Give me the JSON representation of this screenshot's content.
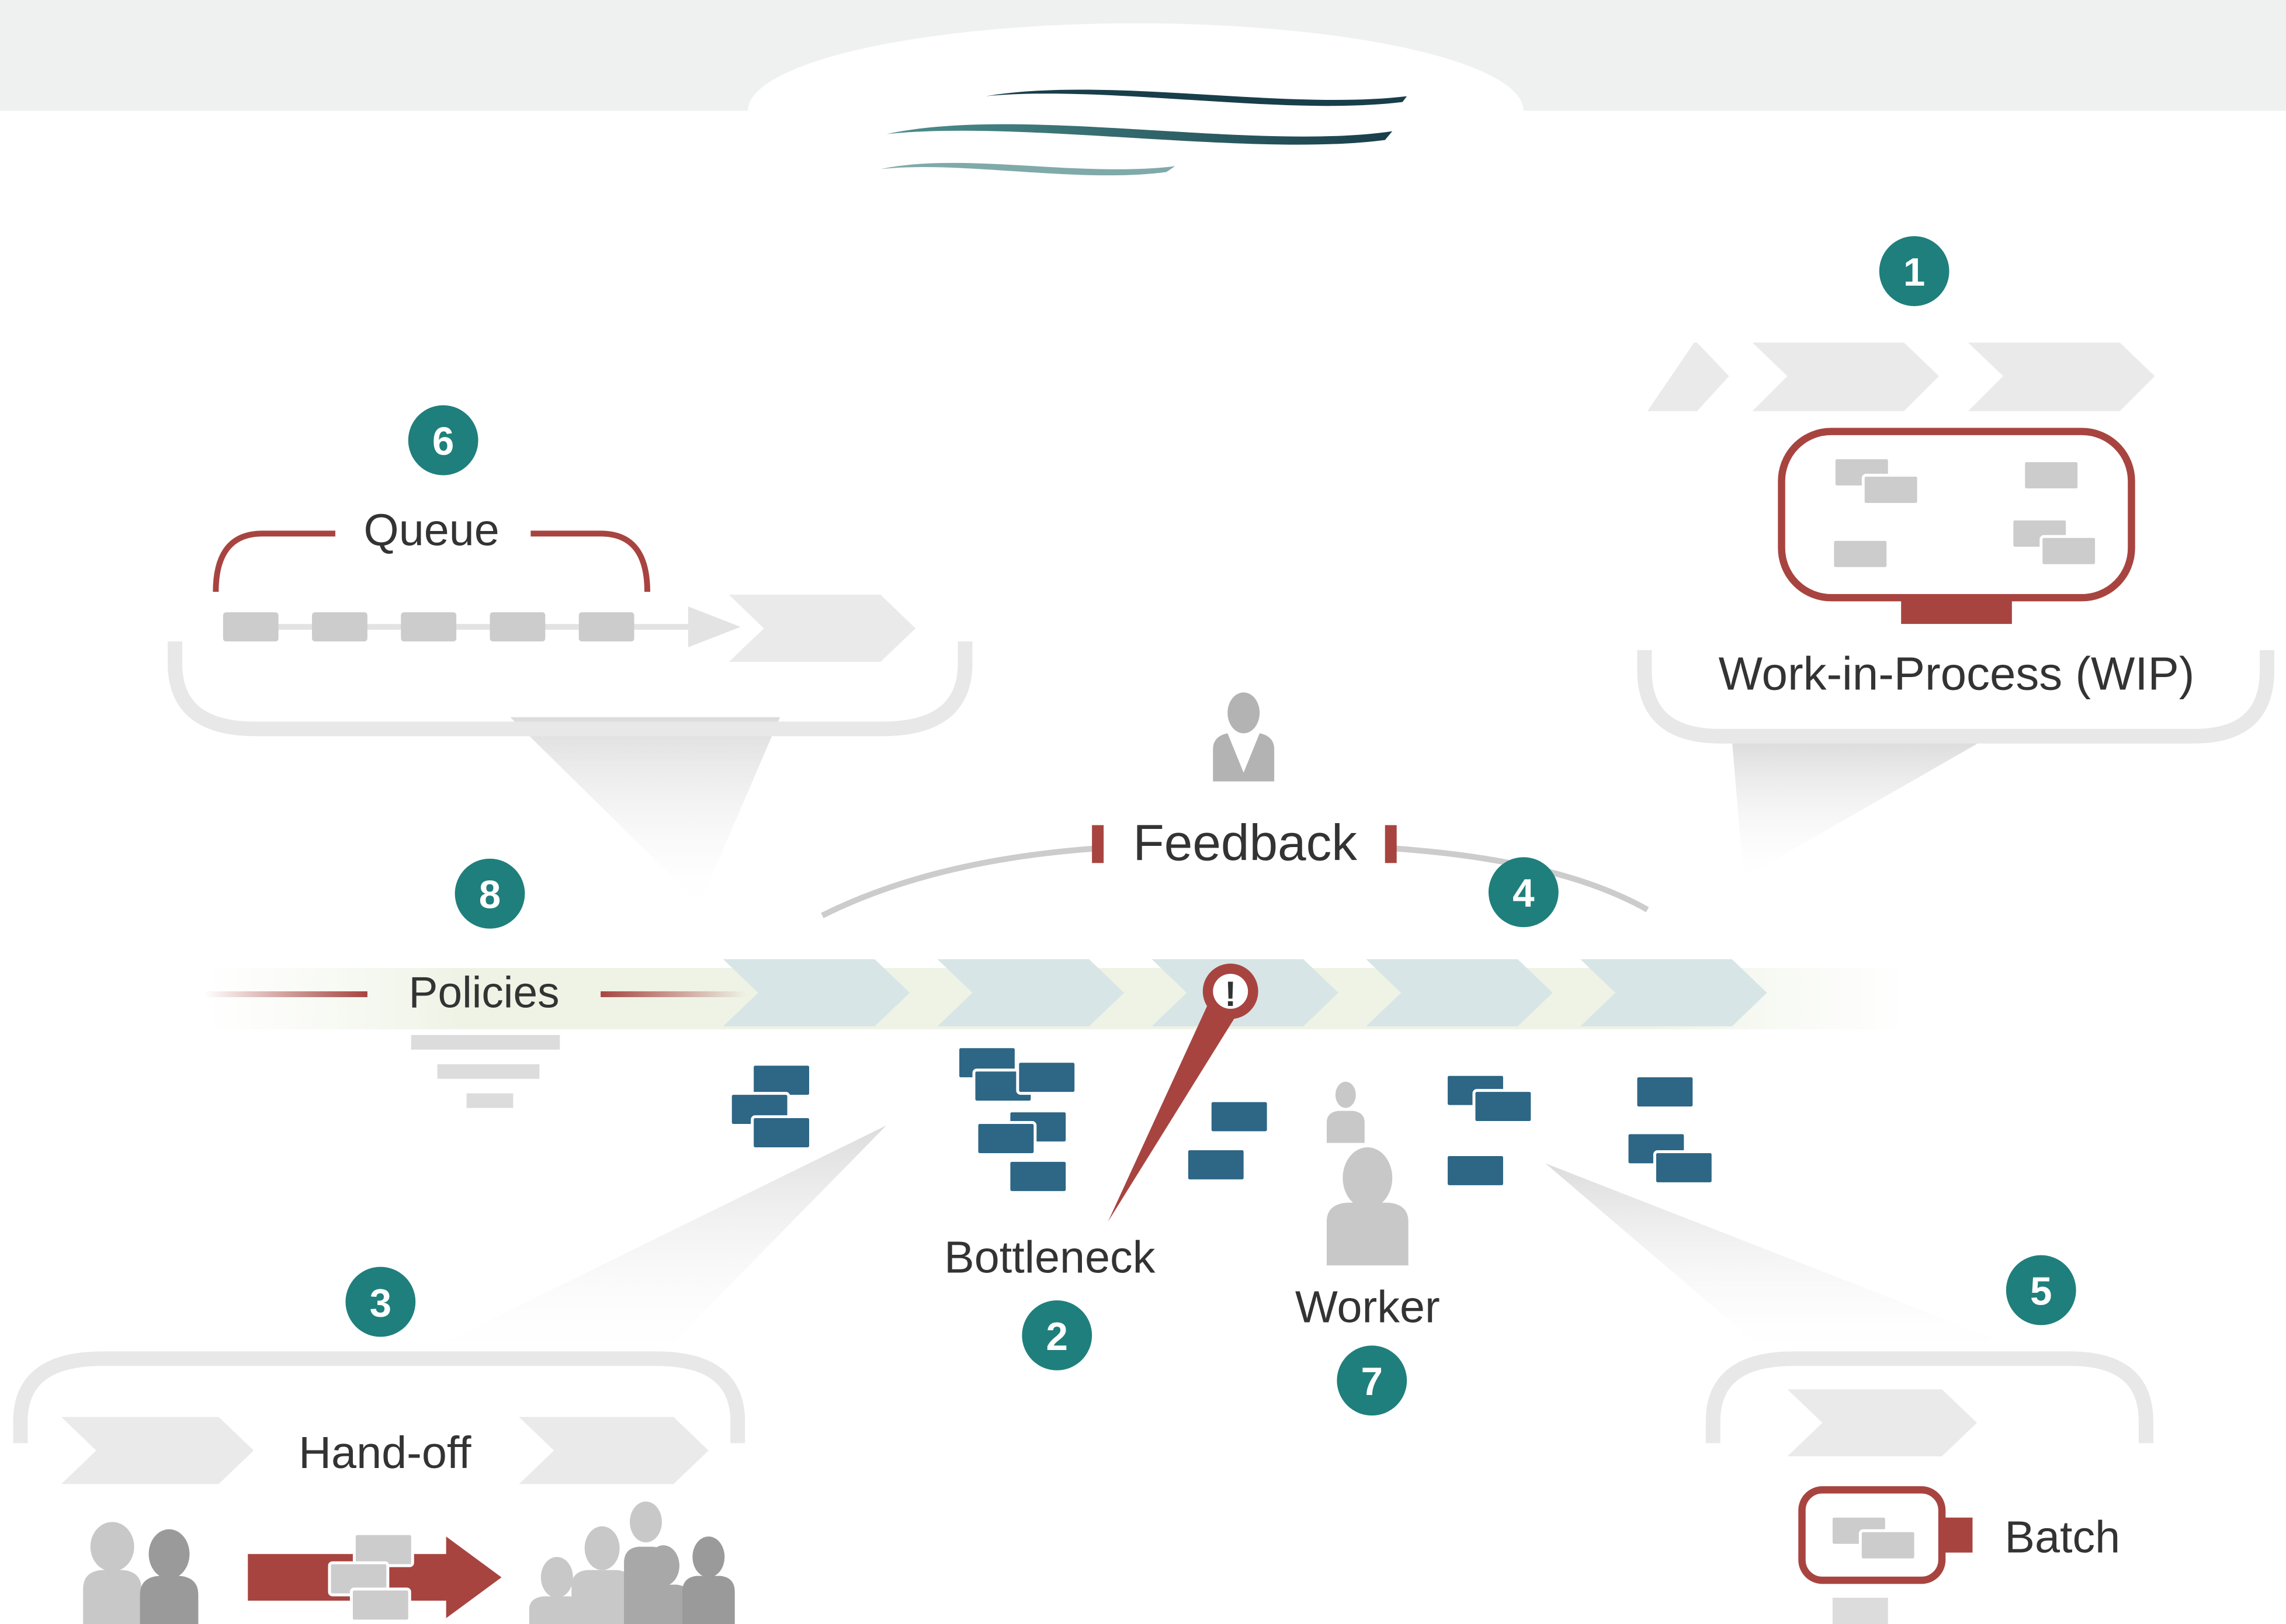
{
  "diagram": {
    "concepts": [
      {
        "number": "1",
        "label": "Work-in-Process (WIP)"
      },
      {
        "number": "2",
        "label": "Bottleneck"
      },
      {
        "number": "3",
        "label": "Hand-off"
      },
      {
        "number": "4",
        "label": "Feedback"
      },
      {
        "number": "5",
        "label": "Batch"
      },
      {
        "number": "6",
        "label": "Queue"
      },
      {
        "number": "7",
        "label": "Worker"
      },
      {
        "number": "8",
        "label": "Policies"
      }
    ],
    "bottleneck_marker": "!"
  },
  "colors": {
    "teal": "#1f7f7c",
    "red": "#a84440",
    "blue_card": "#2e6685",
    "stage_arrow": "#d7e5e6",
    "light_gray": "#e6e6e6",
    "mid_gray": "#c8c8c8",
    "dark_gray": "#9a9a9a",
    "text": "#333333"
  }
}
